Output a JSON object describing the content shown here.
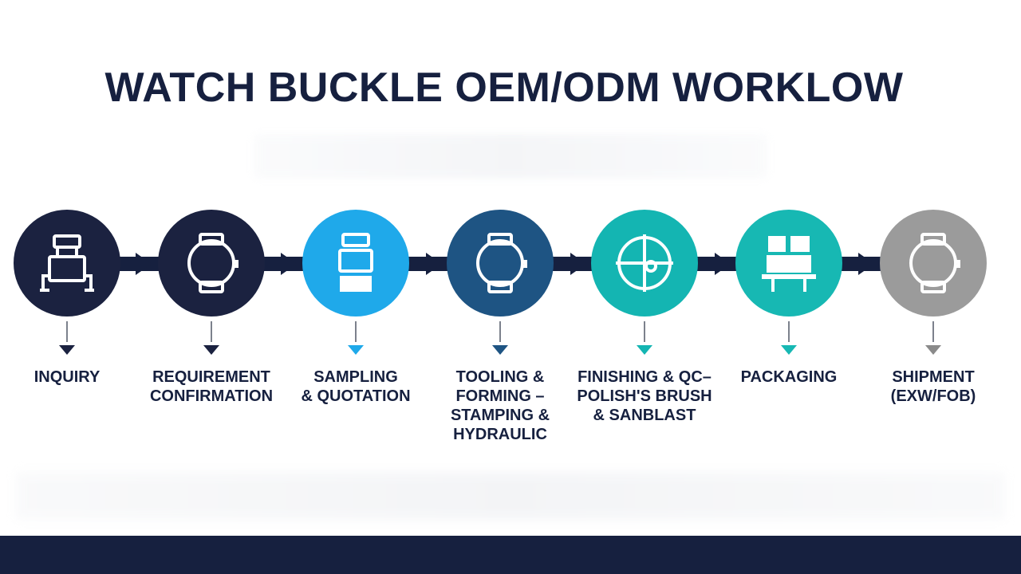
{
  "title": "WATCH BUCKLE OEM/ODM WORKLOW",
  "colors": {
    "navy": "#16203f",
    "connector": "#16203f",
    "stem": "#7c818c"
  },
  "steps": [
    {
      "label": "INQUIRY",
      "icon": "buckle-frame-icon",
      "color": "#1b2240",
      "pointer_color": "#1b2240"
    },
    {
      "label": "REQUIREMENT\nCONFIRMATION",
      "icon": "watch-icon",
      "color": "#1b2240",
      "pointer_color": "#1b2240"
    },
    {
      "label": "SAMPLING\n& QUOTATION",
      "icon": "buckle-strap-icon",
      "color": "#1fa9ea",
      "pointer_color": "#1fa9ea"
    },
    {
      "label": "TOOLING &\nFORMING –\nSTAMPING &\nHYDRAULIC",
      "icon": "watch-icon",
      "color": "#1e5483",
      "pointer_color": "#1e5483"
    },
    {
      "label": "FINISHING & QC–\nPOLISH'S BRUSH\n& SANBLAST",
      "icon": "crosshair-icon",
      "color": "#14b5b2",
      "pointer_color": "#14b5b2"
    },
    {
      "label": "PACKAGING",
      "icon": "package-icon",
      "color": "#17b8b3",
      "pointer_color": "#17b8b3"
    },
    {
      "label": "SHIPMENT\n(EXW/FOB)",
      "icon": "watch-icon",
      "color": "#9b9b9b",
      "pointer_color": "#8a8a8a"
    }
  ]
}
